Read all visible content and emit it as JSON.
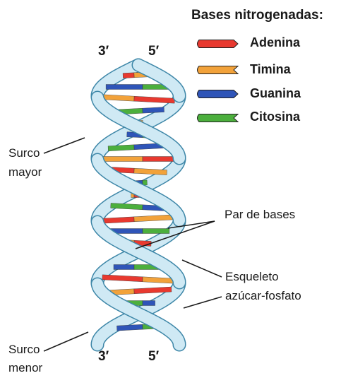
{
  "legend": {
    "title": "Bases nitrogenadas:",
    "items": [
      {
        "label": "Adenina",
        "color": "#e8392f",
        "shape": "arrow-tip"
      },
      {
        "label": "Timina",
        "color": "#f2a23a",
        "shape": "notch"
      },
      {
        "label": "Guanina",
        "color": "#2f55b8",
        "shape": "arrow-tip"
      },
      {
        "label": "Citosina",
        "color": "#4caf3d",
        "shape": "notch"
      }
    ]
  },
  "ends": {
    "top_left": "3′",
    "top_right": "5′",
    "bottom_left": "3′",
    "bottom_right": "5′"
  },
  "labels": {
    "major_groove": [
      "Surco",
      "mayor"
    ],
    "minor_groove": [
      "Surco",
      "menor"
    ],
    "base_pair": "Par de bases",
    "backbone": [
      "Esqueleto",
      "azúcar-fosfato"
    ]
  },
  "colors": {
    "backbone_fill": "#cfe9f4",
    "backbone_stroke": "#3e87a8"
  }
}
